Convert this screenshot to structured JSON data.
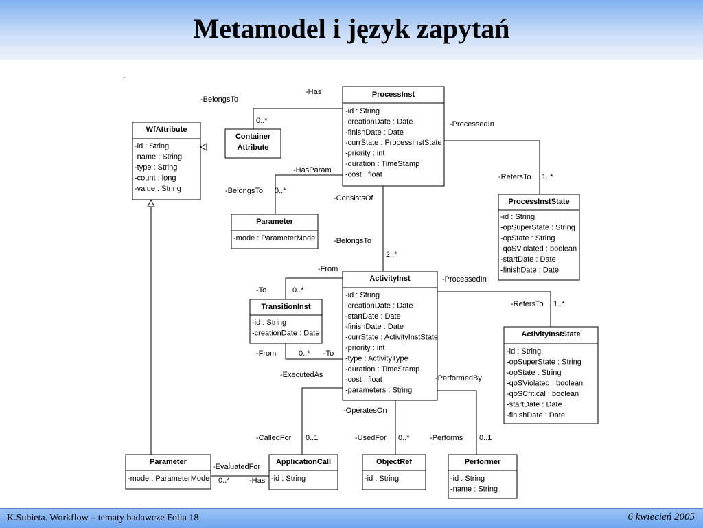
{
  "title": "Metamodel i język zapytań",
  "footer": {
    "left": "K.Subieta. Workflow – tematy badawcze Folia 18",
    "right": "6 kwiecień 2005"
  },
  "diagram": {
    "stray_mark": "-",
    "classes": {
      "processinst": {
        "name": "ProcessInst",
        "attrs": [
          "-id : String",
          "-creationDate : Date",
          "-finishDate : Date",
          "-currState : ProcessInstState",
          "-priority : int",
          "-duration : TimeStamp",
          "-cost : float"
        ]
      },
      "container": {
        "name_lines": [
          "Container",
          "Attribute"
        ]
      },
      "wfattribute": {
        "name": "WfAttribute",
        "attrs": [
          "-id : String",
          "-name : String",
          "-type : String",
          "-count : long",
          "-value : String"
        ]
      },
      "parameter_top": {
        "name": "Parameter",
        "attrs": [
          "-mode : ParameterMode"
        ]
      },
      "processinststate": {
        "name": "ProcessInstState",
        "attrs": [
          "-id : String",
          "-opSuperState : String",
          "-opState : String",
          "-qoSViolated : boolean",
          "-startDate : Date",
          "-finishDate : Date"
        ]
      },
      "activityinst": {
        "name": "ActivityInst",
        "attrs": [
          "-id : String",
          "-creationDate : Date",
          "-startDate : Date",
          "-finishDate : Date",
          "-currState : ActivityInstState",
          "-priority : int",
          "-type : ActivityType",
          "-duration : TimeStamp",
          "-cost : float",
          "-parameters : String"
        ]
      },
      "transitioninst": {
        "name": "TransitionInst",
        "attrs": [
          "-id : String",
          "-creationDate : Date"
        ]
      },
      "activityinststate": {
        "name": "ActivityInstState",
        "attrs": [
          "-id : String",
          "-opSuperState : String",
          "-opState : String",
          "-qoSViolated : boolean",
          "-qoSCritical : boolean",
          "-startDate : Date",
          "-finishDate : Date"
        ]
      },
      "parameter_bottom": {
        "name": "Parameter",
        "attrs": [
          "-mode : ParameterMode"
        ]
      },
      "applicationcall": {
        "name": "ApplicationCall",
        "attrs": [
          "-id : String"
        ]
      },
      "objectref": {
        "name": "ObjectRef",
        "attrs": [
          "-id : String"
        ]
      },
      "performer": {
        "name": "Performer",
        "attrs": [
          "-id : String",
          "-name : String"
        ]
      }
    },
    "labels": {
      "has_top": "-Has",
      "belongsto_container": "-BelongsTo",
      "mult_container": "0..*",
      "processedin_proc": "-ProcessedIn",
      "hasparam": "-HasParam",
      "belongsto_param": "-BelongsTo",
      "mult_param": "0..*",
      "refersto_proc": "-RefersTo",
      "mult_refersto_proc": "1..*",
      "consistsof": "-ConsistsOf",
      "belongsto_activity": "-BelongsTo",
      "mult_activity": "2..*",
      "from_top": "-From",
      "to_top": "-To",
      "mult_trans_top": "0..*",
      "processedin_act": "-ProcessedIn",
      "refersto_act": "-RefersTo",
      "mult_refersto_act": "1..*",
      "from_bottom": "-From",
      "mult_trans_bottom": "0..*",
      "to_bottom": "-To",
      "executedas": "-ExecutedAs",
      "performedby": "-PerformedBy",
      "operateson": "-OperatesOn",
      "calledfor": "-CalledFor",
      "mult_calledfor": "0..1",
      "usedfor": "-UsedFor",
      "mult_usedfor": "0..*",
      "performs": "-Performs",
      "mult_performs": "0..1",
      "evaluatedfor": "-EvaluatedFor",
      "mult_evaluated": "0..*",
      "has_bottom": "-Has"
    }
  }
}
